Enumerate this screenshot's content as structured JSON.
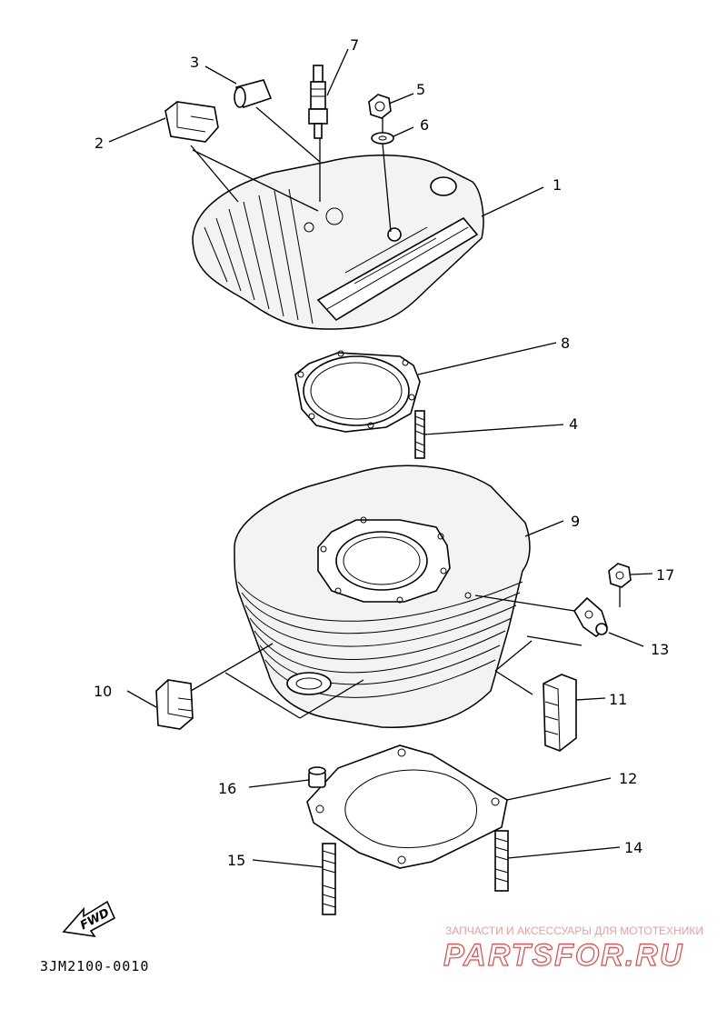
{
  "diagram": {
    "callouts": [
      {
        "id": "1",
        "label": "1"
      },
      {
        "id": "2",
        "label": "2"
      },
      {
        "id": "3",
        "label": "3"
      },
      {
        "id": "4",
        "label": "4"
      },
      {
        "id": "5",
        "label": "5"
      },
      {
        "id": "6",
        "label": "6"
      },
      {
        "id": "7",
        "label": "7"
      },
      {
        "id": "8",
        "label": "8"
      },
      {
        "id": "9",
        "label": "9"
      },
      {
        "id": "10",
        "label": "10"
      },
      {
        "id": "11",
        "label": "11"
      },
      {
        "id": "12",
        "label": "12"
      },
      {
        "id": "13",
        "label": "13"
      },
      {
        "id": "14",
        "label": "14"
      },
      {
        "id": "15",
        "label": "15"
      },
      {
        "id": "16",
        "label": "16"
      },
      {
        "id": "17",
        "label": "17"
      }
    ],
    "fwd_label": "FWD",
    "drawing_code": "3JM2100-0010"
  },
  "watermark": {
    "tagline": "ЗАПЧАСТИ И АКСЕССУАРЫ ДЛЯ МОТОТЕХНИКИ",
    "brand": "PARTSFOR.RU",
    "color": "#e04848"
  }
}
